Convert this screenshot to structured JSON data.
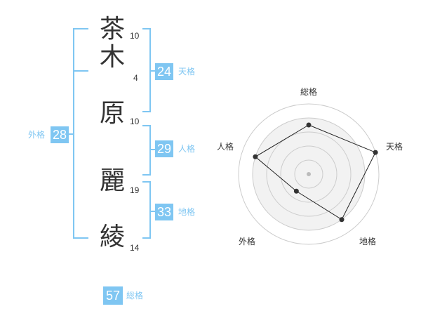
{
  "name": {
    "chars": [
      {
        "char": "茶",
        "strokes": "10"
      },
      {
        "char": "木",
        "strokes": "4"
      },
      {
        "char": "原",
        "strokes": "10"
      },
      {
        "char": "麗",
        "strokes": "19"
      },
      {
        "char": "綾",
        "strokes": "14"
      }
    ]
  },
  "fortune": {
    "tenkaku": {
      "value": "24",
      "label": "天格"
    },
    "jinkaku": {
      "value": "29",
      "label": "人格"
    },
    "chikaku": {
      "value": "33",
      "label": "地格"
    },
    "gaikaku": {
      "value": "28",
      "label": "外格"
    },
    "soukaku": {
      "value": "57",
      "label": "総格"
    }
  },
  "chart_data": {
    "type": "radar",
    "axes": [
      "総格",
      "天格",
      "地格",
      "外格",
      "人格"
    ],
    "values": [
      0.7,
      1.0,
      0.8,
      0.3,
      0.8
    ],
    "rings": 5,
    "colors": {
      "fill": "#f2f2f2",
      "ring": "#cccccc",
      "line": "#222222",
      "point": "#333333",
      "center": "#bbbbbb"
    }
  }
}
